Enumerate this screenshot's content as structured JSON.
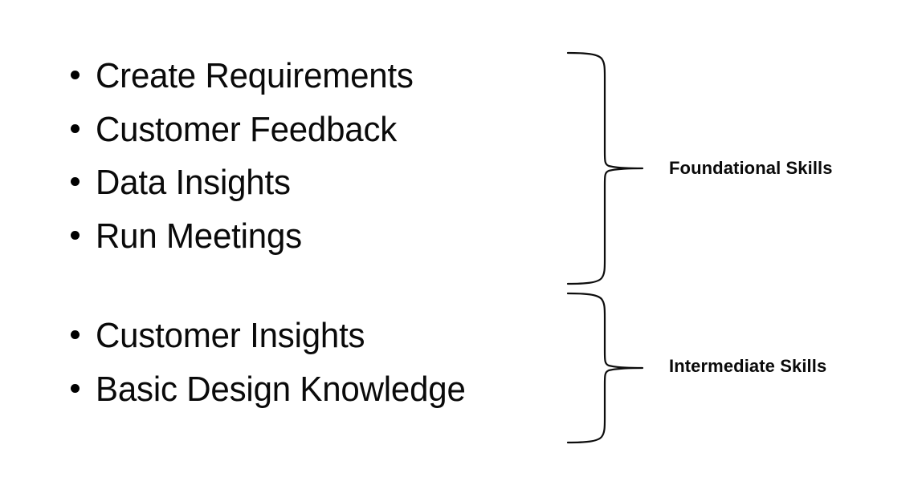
{
  "slide": {
    "background_color": "#ffffff",
    "text_color": "#0a0a0a",
    "line_color": "#0d0d0d"
  },
  "groups": [
    {
      "id": "foundational",
      "label": "Foundational Skills",
      "bullet_marker": "bullet-dot",
      "items": [
        "Create Requirements",
        "Customer Feedback",
        "Data Insights",
        "Run Meetings"
      ]
    },
    {
      "id": "intermediate",
      "label": "Intermediate Skills",
      "bullet_marker": "bullet-dot",
      "items": [
        "Customer Insights",
        "Basic Design Knowledge"
      ]
    }
  ]
}
